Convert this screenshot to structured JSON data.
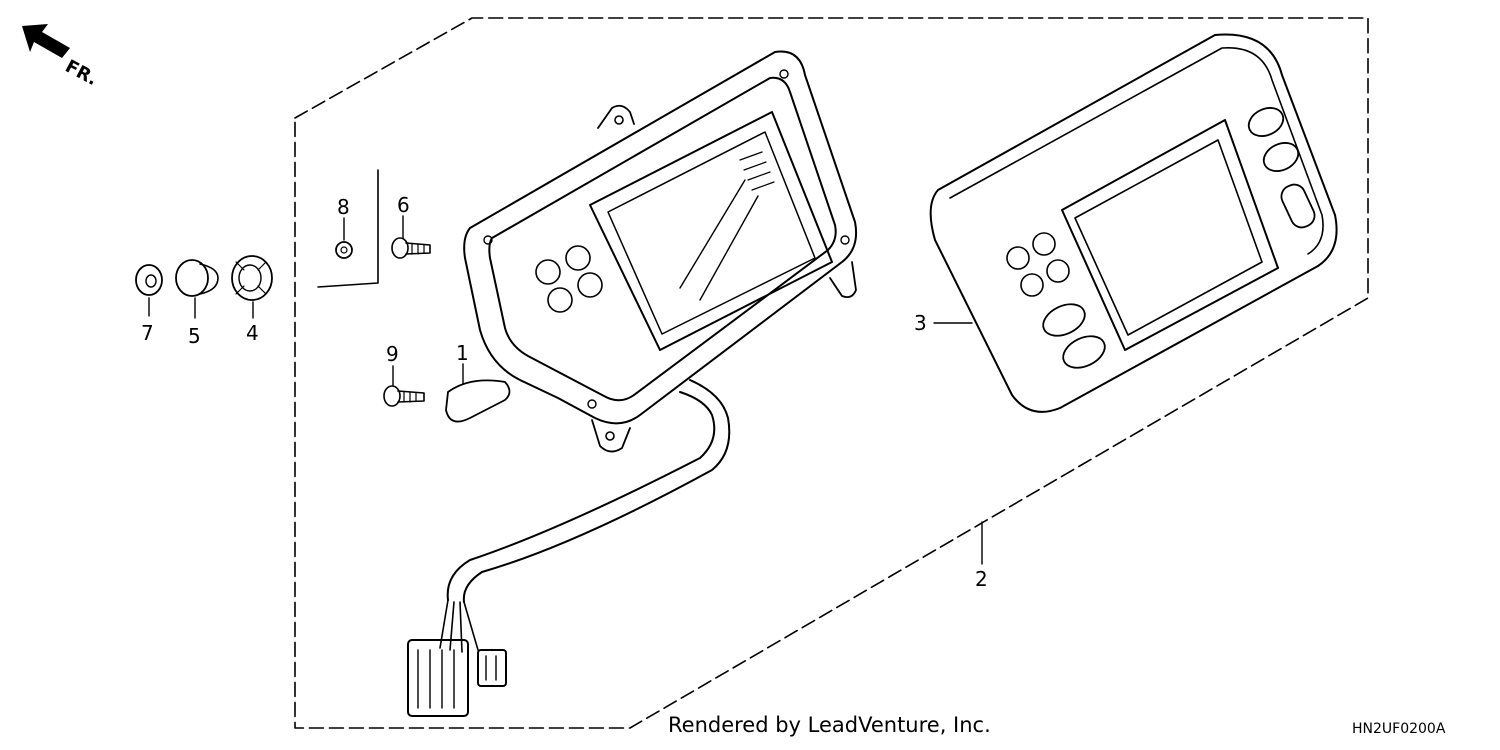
{
  "orientation": {
    "text": "FR.",
    "icon": "front-direction-arrow-icon"
  },
  "callouts": [
    {
      "number": "1",
      "part": "clamp"
    },
    {
      "number": "2",
      "part": "meter-assembly"
    },
    {
      "number": "3",
      "part": "meter-case"
    },
    {
      "number": "4",
      "part": "grommet"
    },
    {
      "number": "5",
      "part": "collar"
    },
    {
      "number": "6",
      "part": "screw"
    },
    {
      "number": "7",
      "part": "nut"
    },
    {
      "number": "8",
      "part": "nut"
    },
    {
      "number": "9",
      "part": "screw"
    }
  ],
  "footer": {
    "credit": "Rendered by LeadVenture, Inc.",
    "code": "HN2UF0200A"
  },
  "colors": {
    "ink": "#000000",
    "paper": "#ffffff",
    "gasket": "#8a8a8a"
  }
}
